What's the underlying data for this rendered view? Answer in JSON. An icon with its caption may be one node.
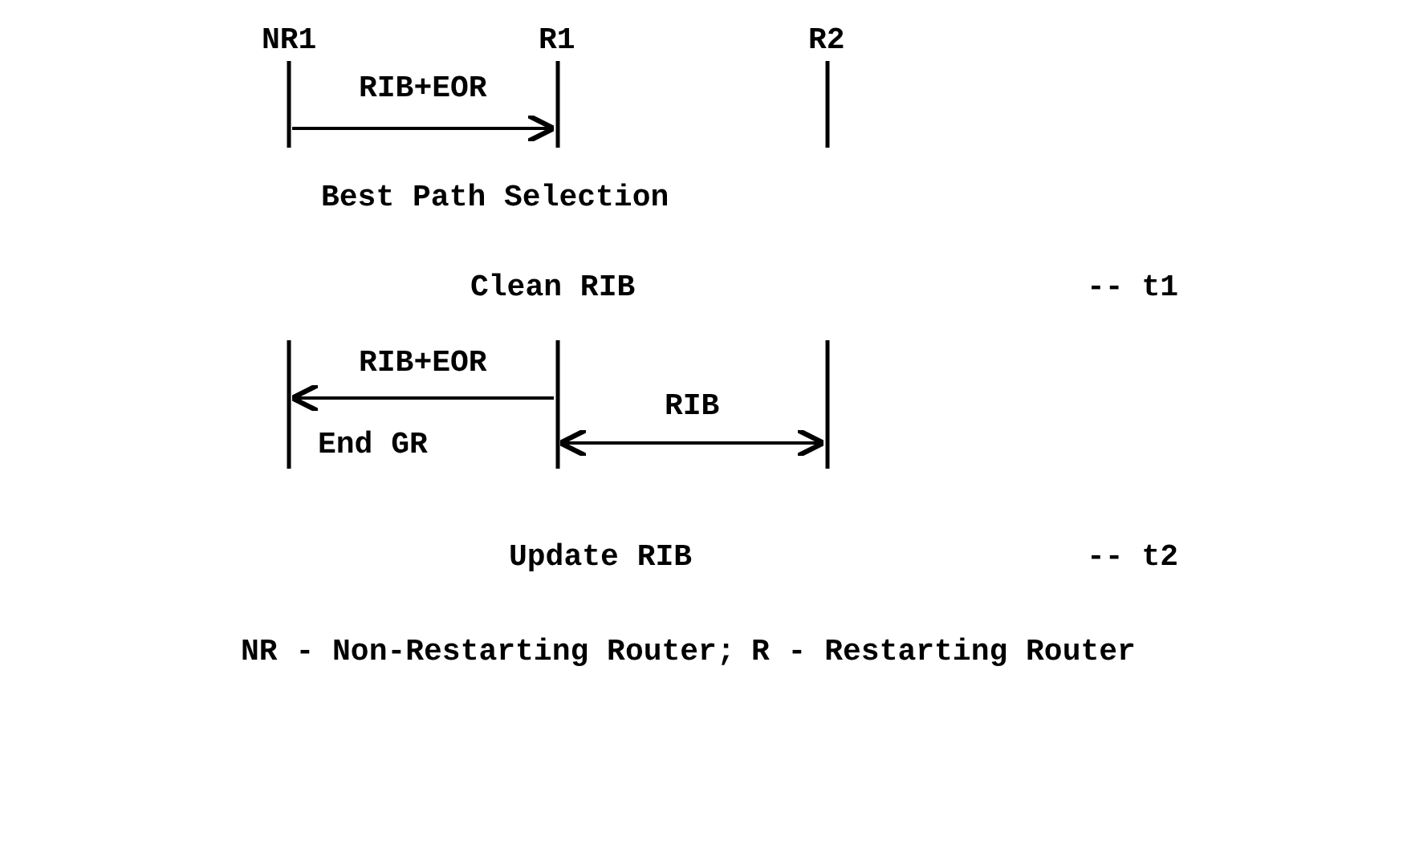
{
  "diagram": {
    "nodes": [
      {
        "text": [
          "NR1"
        ]
      },
      {
        "text": [
          "R1"
        ]
      },
      {
        "text": [
          "R2"
        ]
      }
    ],
    "edges": [
      {
        "from": 0,
        "to": 1,
        "arrow": "to",
        "label": "RIB+EOR"
      },
      {
        "from": 1,
        "to": 0,
        "arrow": "to",
        "label": "RIB+EOR"
      },
      {
        "from": 1,
        "to": 2,
        "arrow": "both",
        "label": "RIB"
      }
    ],
    "labels": [
      "Best Path Selection",
      "Clean RIB",
      "-- t1",
      "End GR",
      "Update RIB",
      "-- t2",
      "NR - Non-Restarting Router;",
      "R - Restarting Router"
    ]
  }
}
